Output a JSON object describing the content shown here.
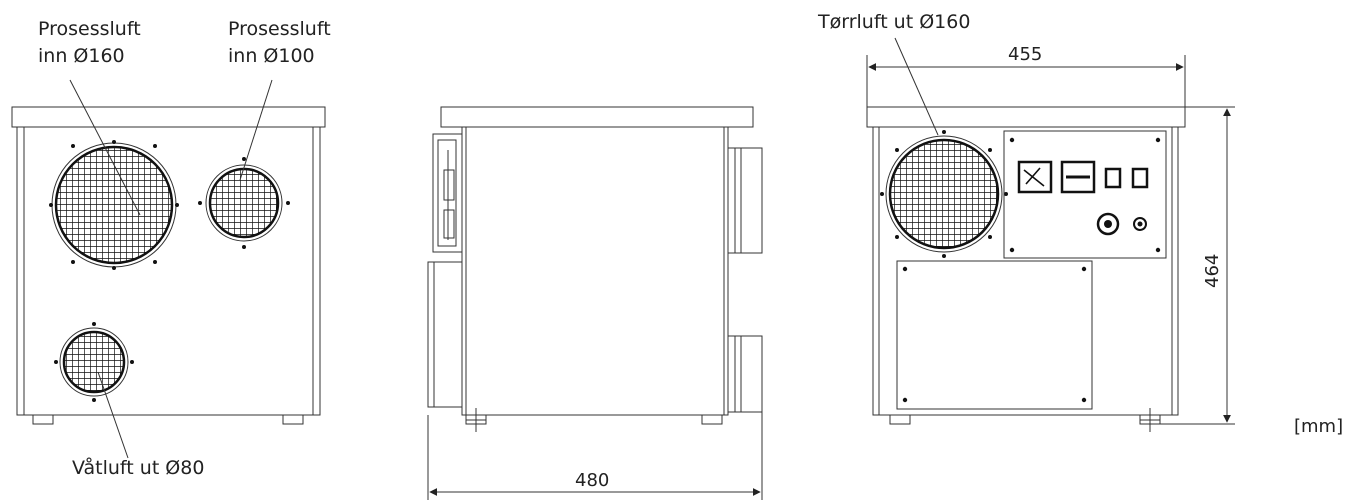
{
  "labels": {
    "front_process_air_160": [
      "Prosessluft",
      "inn Ø160"
    ],
    "front_process_air_100": [
      "Prosessluft",
      "inn Ø100"
    ],
    "front_wet_air": "Våtluft ut Ø80",
    "rear_dry_air": "Tørrluft ut Ø160"
  },
  "dimensions": {
    "width": "455",
    "height": "464",
    "depth": "480",
    "unit": "[mm]"
  }
}
